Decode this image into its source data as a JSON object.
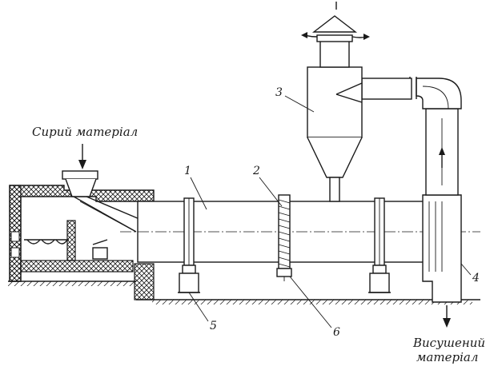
{
  "labels": {
    "raw_material": "Сирий матеріал",
    "dried_material_line1": "Висушений",
    "dried_material_line2": "матеріал"
  },
  "callouts": {
    "drum": "1",
    "ring_gear": "2",
    "cyclone": "3",
    "discharge_chamber": "4",
    "support_rollers": "5",
    "pinion": "6"
  }
}
